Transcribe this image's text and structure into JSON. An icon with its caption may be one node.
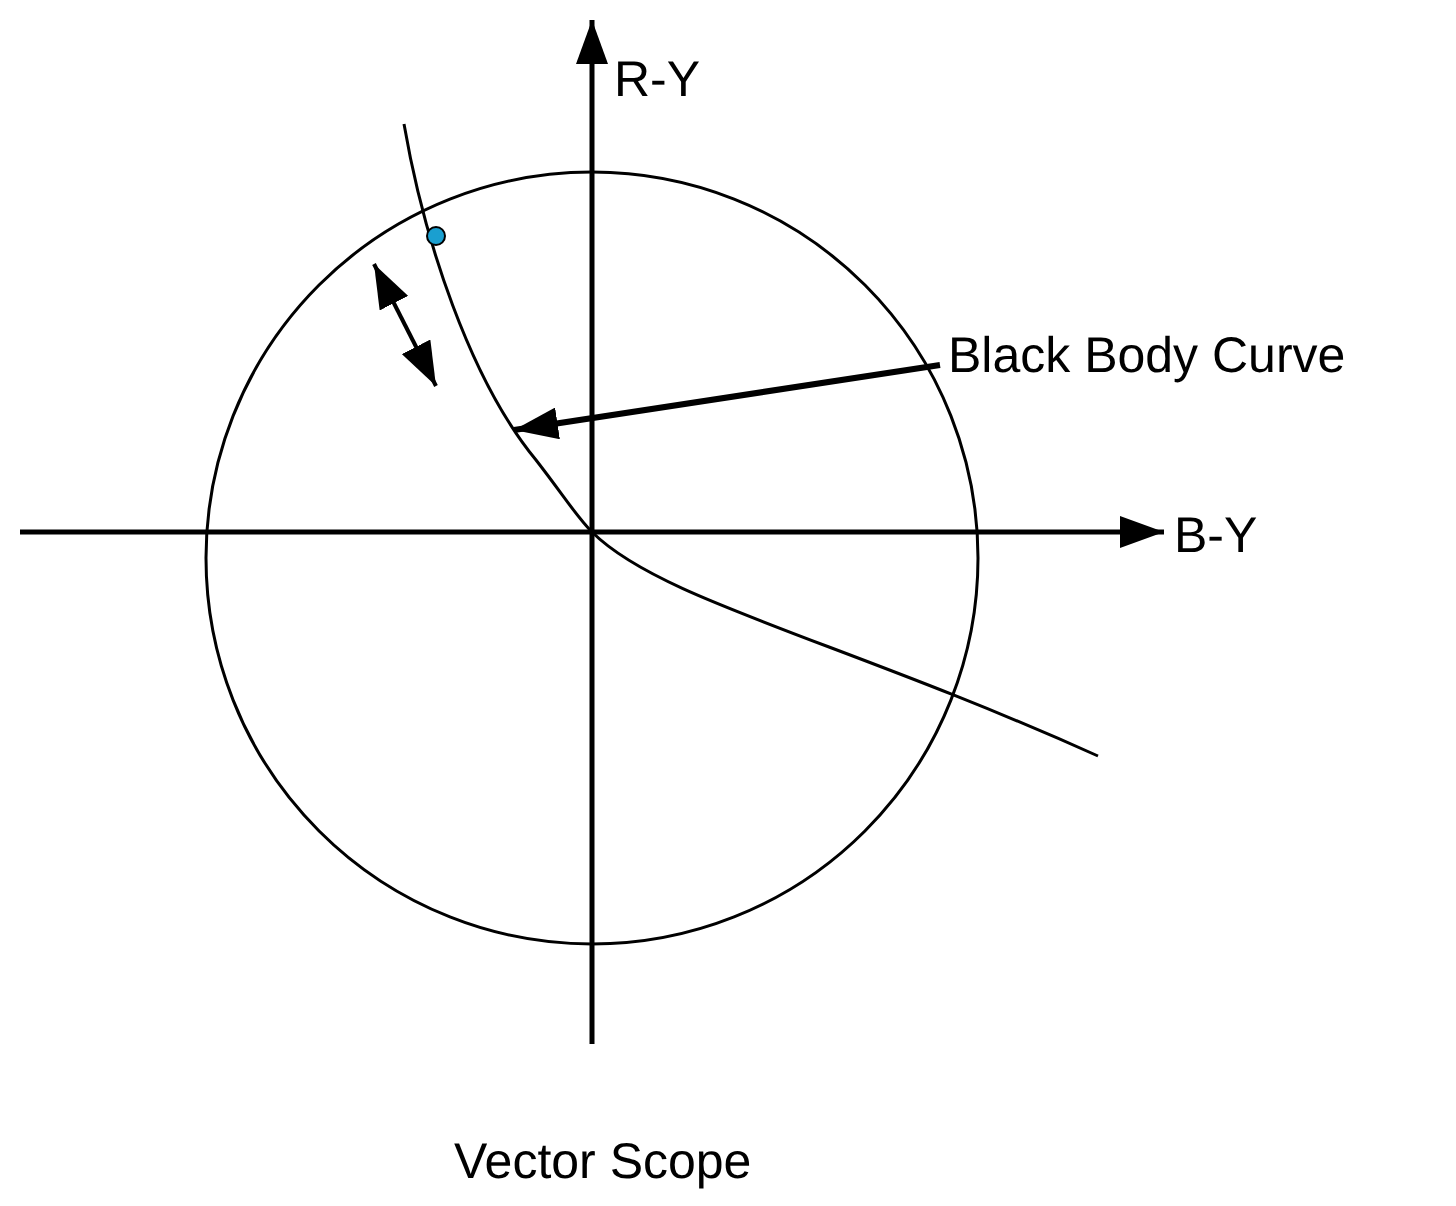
{
  "diagram": {
    "caption": "Vector Scope",
    "nodes": [
      {
        "text": [
          "Black Body Curve"
        ]
      },
      {
        "text": [],
        "shape": "curve"
      }
    ],
    "edges": [
      {
        "from": 0,
        "to": 1,
        "arrow": "to"
      }
    ],
    "labels": [
      "R-Y",
      "B-Y"
    ]
  }
}
